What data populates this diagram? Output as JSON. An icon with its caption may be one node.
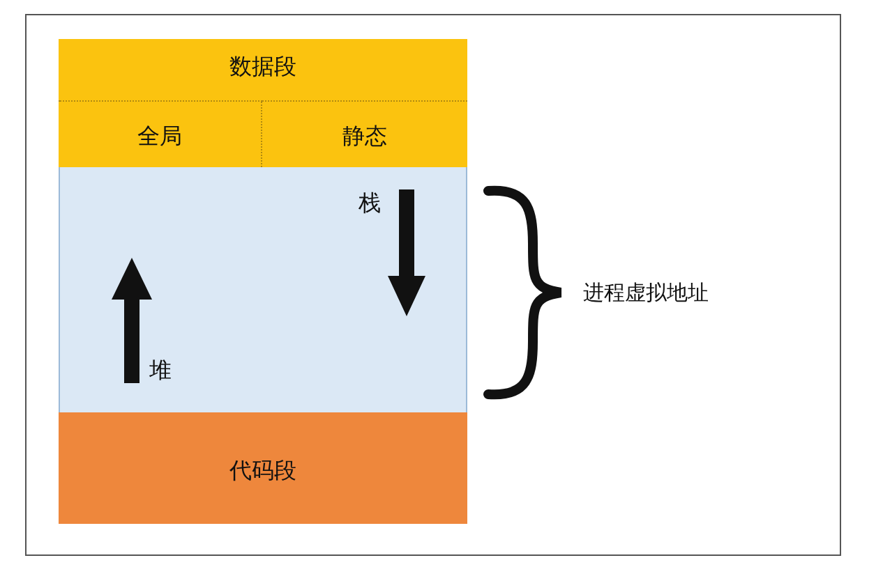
{
  "diagram": {
    "nodes": [
      {
        "text": [
          "数据段"
        ]
      },
      {
        "text": [
          "全局"
        ],
        "in": 0
      },
      {
        "text": [
          "静态"
        ],
        "in": 0
      },
      {
        "text": [
          "栈",
          "堆"
        ]
      },
      {
        "text": [
          "代码段"
        ]
      }
    ],
    "labels": [
      "进程虚拟地址"
    ]
  }
}
